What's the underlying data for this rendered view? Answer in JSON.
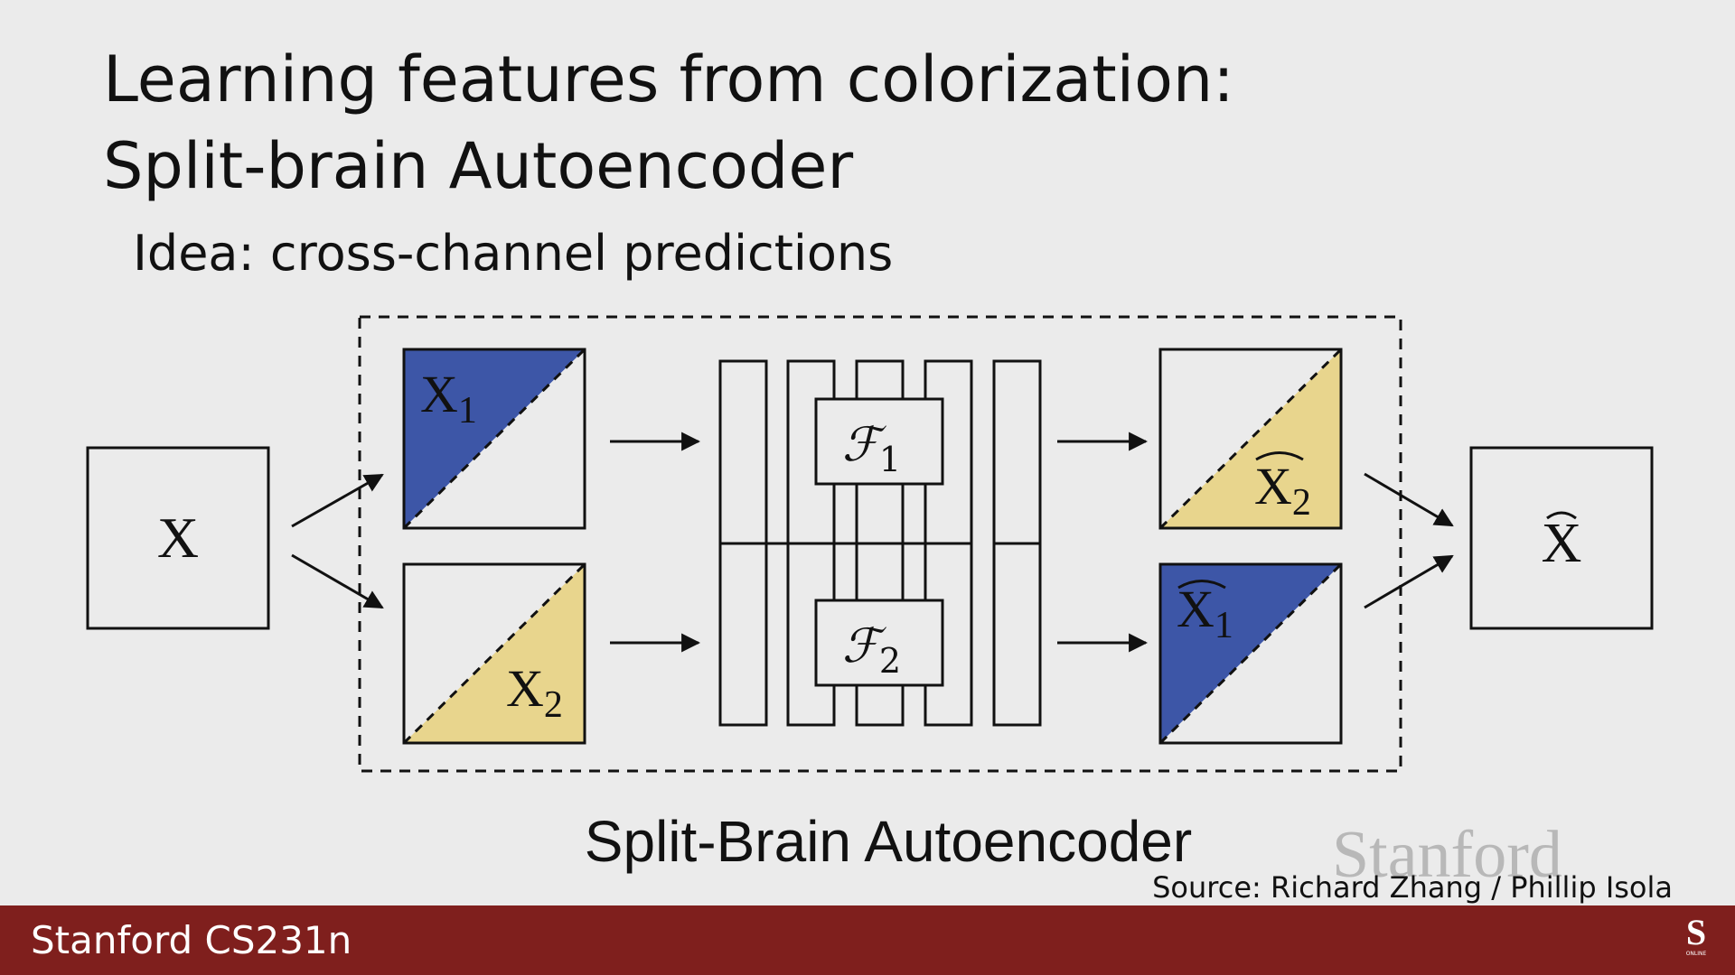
{
  "slide": {
    "title_line1": "Learning features from colorization:",
    "title_line2": "Split-brain Autoencoder",
    "subtitle": "Idea: cross-channel predictions",
    "caption": "Split-Brain Autoencoder",
    "watermark": "Stanford",
    "source": "Source: Richard Zhang / Phillip Isola"
  },
  "footer": {
    "label": "Stanford CS231n",
    "logo_glyph": "S",
    "logo_text": "ONLINE"
  },
  "diagram": {
    "input_label": "X",
    "output_label": "X",
    "x1_base": "X",
    "x1_sub": "1",
    "x2_base": "X",
    "x2_sub": "2",
    "f_base": "ℱ",
    "f1_sub": "1",
    "f2_sub": "2",
    "x2hat_base": "X",
    "x2hat_sub": "2",
    "x1hat_base": "X",
    "x1hat_sub": "1"
  },
  "colors": {
    "blue": "#3d56a7",
    "yellow": "#e8d58d",
    "background": "#ebebeb",
    "footer": "#7f1f1d"
  }
}
